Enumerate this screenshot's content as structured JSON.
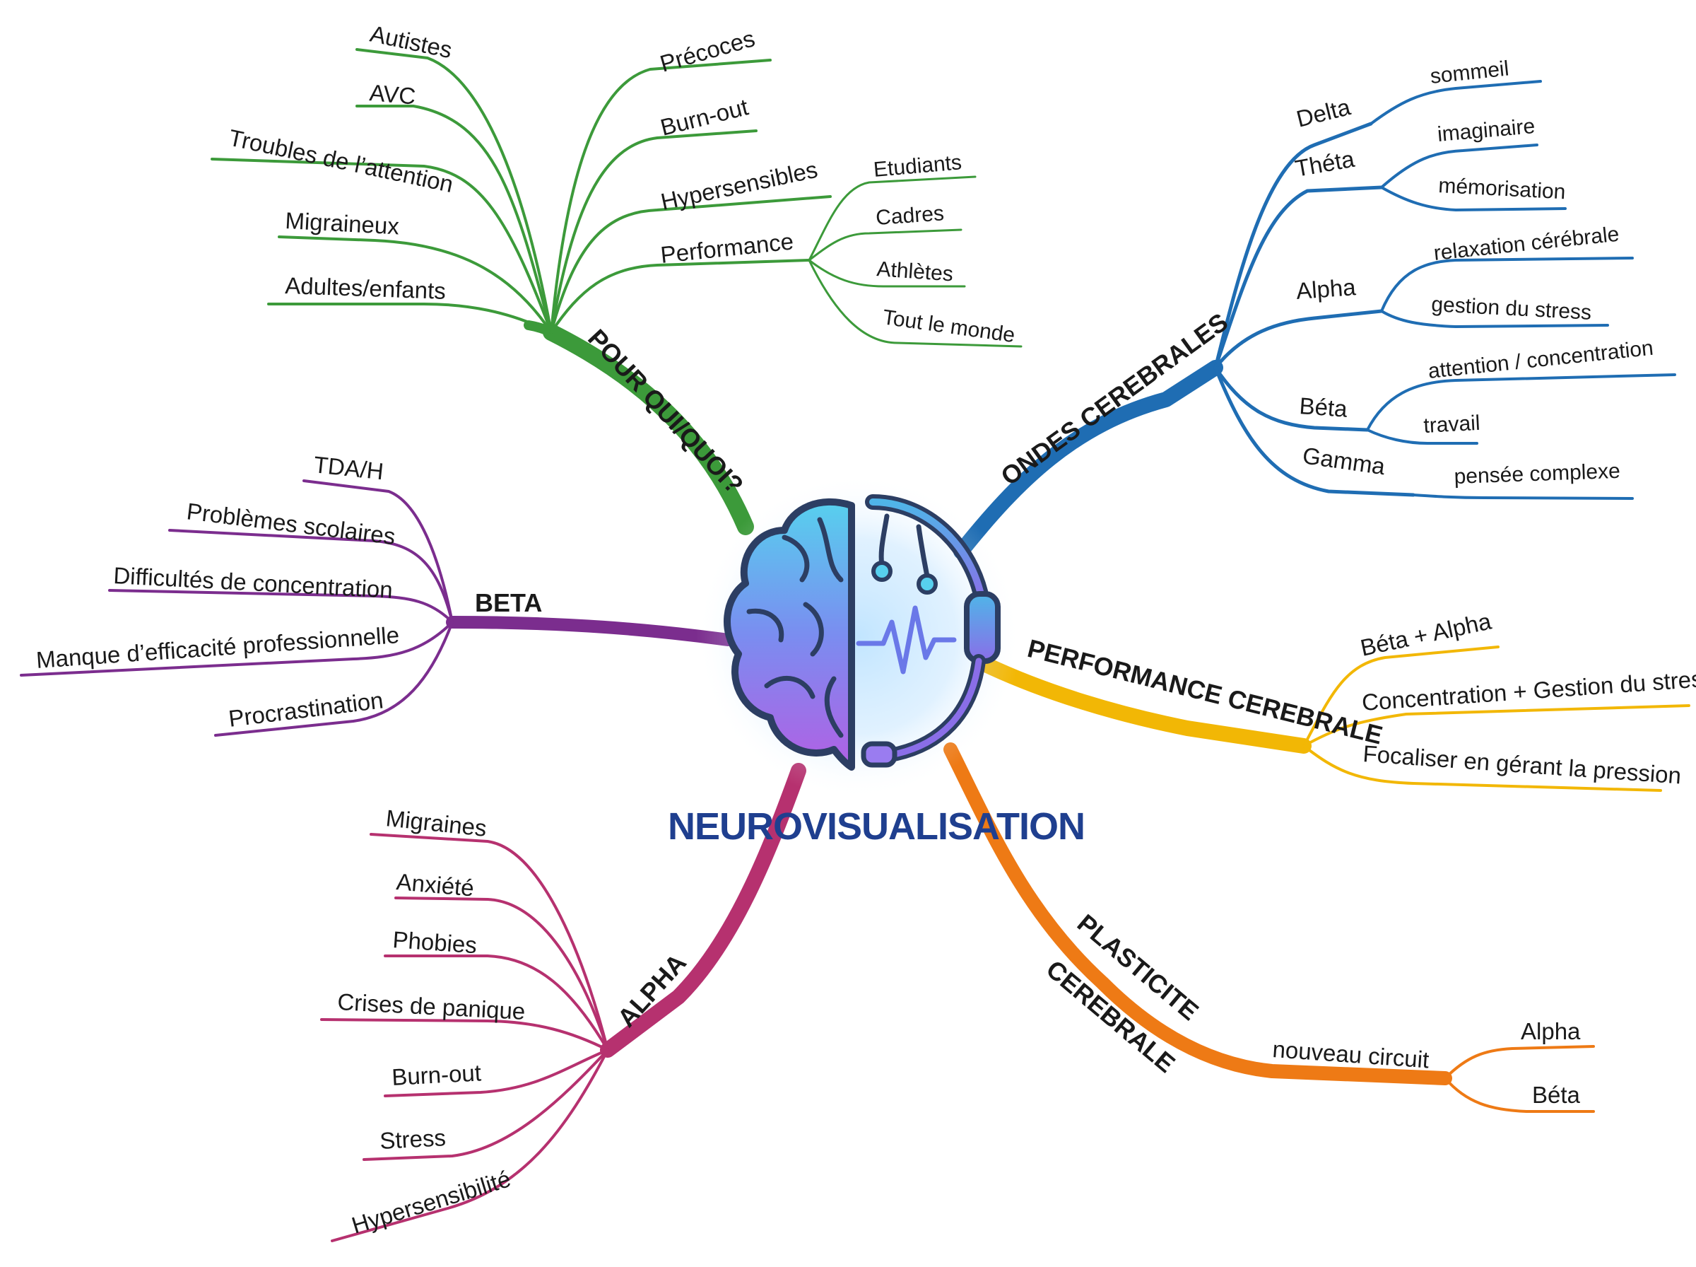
{
  "title": "NEUROVISUALISATION",
  "colors": {
    "pour_qui": "#3c9a3a",
    "ondes": "#1f6db3",
    "performance": "#f2b705",
    "plasticite": "#ee7a15",
    "alpha": "#b6316f",
    "beta": "#7b2d8e",
    "title": "#1f3f8f"
  },
  "icons": {
    "center": "brain-headset-icon"
  },
  "branches": {
    "pour_qui": {
      "label": "POUR QUI/QUOI?",
      "leaves": [
        "Autistes",
        "AVC",
        "Troubles de l’attention",
        "Migraineux",
        "Adultes/enfants",
        "Précoces",
        "Burn-out",
        "Hypersensibles",
        "Performance"
      ],
      "performance_children": [
        "Etudiants",
        "Cadres",
        "Athlètes",
        "Tout le monde"
      ]
    },
    "ondes": {
      "label": "ONDES CEREBRALES",
      "waves": [
        "Delta",
        "Théta",
        "Alpha",
        "Béta",
        "Gamma"
      ],
      "delta_children": [
        "sommeil"
      ],
      "theta_children": [
        "imaginaire",
        "mémorisation"
      ],
      "alpha_children": [
        "relaxation cérébrale",
        "gestion du stress"
      ],
      "beta_children": [
        "attention / concentration",
        "travail"
      ],
      "gamma_children": [
        "pensée complexe"
      ]
    },
    "performance": {
      "label": "PERFORMANCE CEREBRALE",
      "leaves": [
        "Béta + Alpha",
        "Concentration + Gestion du stress",
        "Focaliser en gérant la pression"
      ]
    },
    "plasticite": {
      "label_line1": "PLASTICITE",
      "label_line2": "CEREBRALE",
      "sub": "nouveau circuit",
      "sub_children": [
        "Alpha",
        "Béta"
      ]
    },
    "alpha": {
      "label": "ALPHA",
      "leaves": [
        "Migraines",
        "Anxiété",
        "Phobies",
        "Crises de panique",
        "Burn-out",
        "Stress",
        "Hypersensibilité"
      ]
    },
    "beta": {
      "label": "BETA",
      "leaves": [
        "TDA/H",
        "Problèmes scolaires",
        "Difficultés de concentration",
        "Manque d’efficacité professionnelle",
        "Procrastination"
      ]
    }
  }
}
